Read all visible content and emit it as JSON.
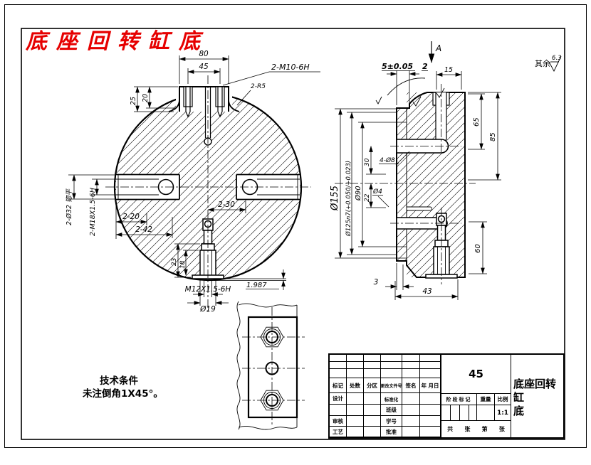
{
  "colors": {
    "title_red": "#e60000",
    "line": "#000000",
    "paper": "#ffffff"
  },
  "sheet": {
    "red_title": "底座回转缸底"
  },
  "general_roughness": {
    "prefix": "其余",
    "value": "6.3"
  },
  "front_view": {
    "dim_80": "80",
    "dim_45": "45",
    "label_m10": "2-M10-6H",
    "label_r5": "2-R5",
    "dim_25": "25",
    "dim_20": "20",
    "label_spotface": "2-Ø32 锪平",
    "label_m18": "2-M18X1.5-6H",
    "dim_2_20": "2-20",
    "dim_2_42": "2-42",
    "dim_2_30": "2-30",
    "dim_23": "23",
    "dim_18": "18",
    "label_m12": "M12X1.5-6H",
    "dim_d19": "Ø19",
    "dim_1987": "1.987"
  },
  "section_view": {
    "dim_5": "5±0.05",
    "dim_2": "2",
    "view_label": "A",
    "dim_15": "15",
    "dim_65": "65",
    "dim_85": "85",
    "dim_60": "60",
    "dim_43": "43",
    "dim_3": "3",
    "dim_d155": "Ø155",
    "dim_d125": "Ø125n7(+0.050/+0.023)",
    "dim_d90": "Ø90",
    "dim_30": "30",
    "dim_22": "22",
    "label_d4": "Ø4",
    "label_4_d8": "4-Ø8"
  },
  "notes": {
    "line1": "技术条件",
    "line2": "未注倒角1X45°。"
  },
  "title_block": {
    "material": "45",
    "part_name_line1": "底座回转缸",
    "part_name_line2": "底",
    "header": {
      "mark": "标记",
      "count": "处数",
      "zone": "分区",
      "change_no": "更改文件号",
      "sign": "签名",
      "date": "年 月日"
    },
    "roles": {
      "design": "设计",
      "standard": "标准化",
      "class_label": "班级",
      "check": "审核",
      "student_no": "学号",
      "process": "工艺",
      "approve": "批准"
    },
    "stage": {
      "stage_mark": "阶段标记",
      "weight": "重量",
      "scale_label": "比例",
      "scale_value": "1:1"
    },
    "sheets": {
      "total": "共",
      "sheet": "张",
      "no": "第",
      "sheet2": "张"
    }
  }
}
